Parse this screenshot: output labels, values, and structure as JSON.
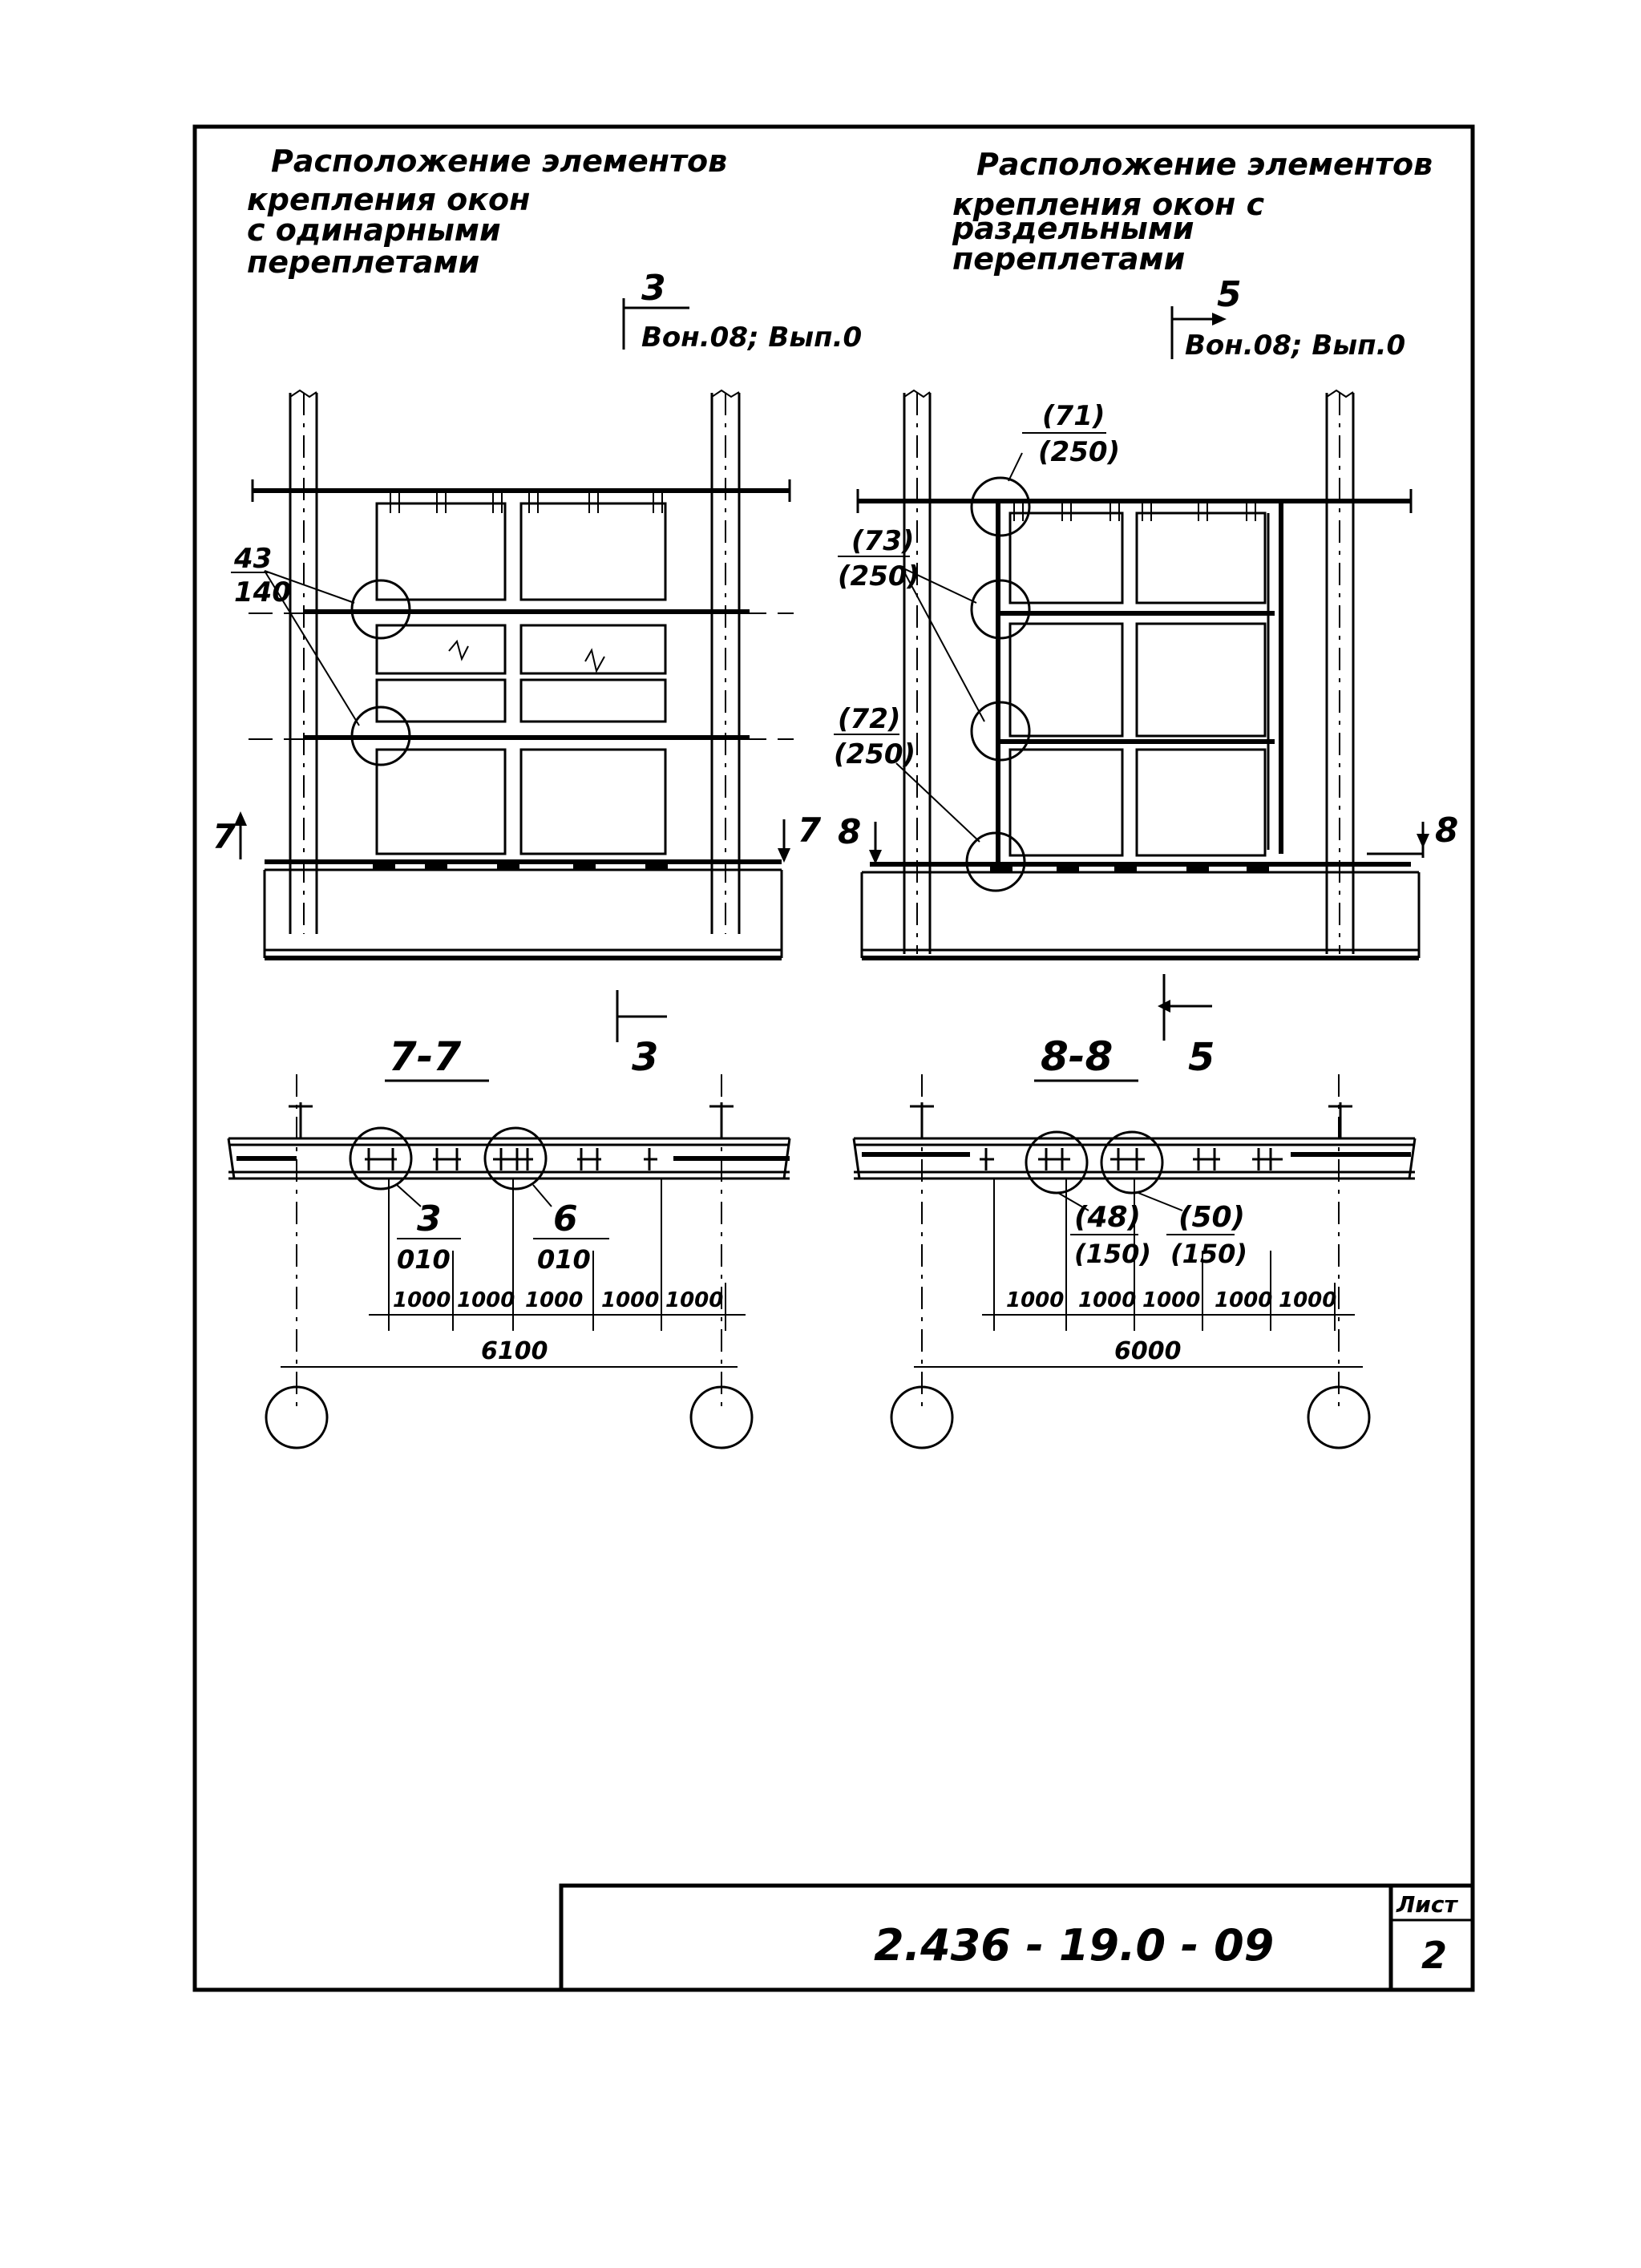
{
  "left_title": [
    "Расположение элементов",
    "крепления окон",
    "с одинарными",
    "переплетами"
  ],
  "right_title": [
    "Расположение элементов",
    "крепления окон с",
    "раздельными",
    "переплетами"
  ],
  "left_view": {
    "section_mark": "3",
    "section_ref": "Вон.08; Вып.0",
    "callout_top": "43",
    "callout_bottom": "140",
    "cut_label": "7"
  },
  "right_view": {
    "section_mark": "5",
    "section_ref": "Вон.08; Вып.0",
    "callouts": [
      {
        "top": "(71)",
        "bottom": "(250)"
      },
      {
        "top": "(73)",
        "bottom": "(250)"
      },
      {
        "top": "(72)",
        "bottom": "(250)"
      }
    ],
    "cut_label": "8"
  },
  "left_section": {
    "title": "7-7",
    "view_mark": "3",
    "callouts": [
      {
        "top": "3",
        "bottom": "010"
      },
      {
        "top": "6",
        "bottom": "010"
      }
    ],
    "dims": [
      "1000",
      "1000",
      "1000",
      "1000",
      "1000"
    ],
    "total": "6100"
  },
  "right_section": {
    "title": "8-8",
    "view_mark": "5",
    "callouts": [
      {
        "top": "(48)",
        "bottom": "(150)"
      },
      {
        "top": "(50)",
        "bottom": "(150)"
      }
    ],
    "dims": [
      "1000",
      "1000",
      "1000",
      "1000",
      "1000"
    ],
    "total": "6000"
  },
  "title_block": {
    "code": "2.436 - 19.0 - 09",
    "sheet_label": "Лист",
    "sheet_number": "2"
  }
}
